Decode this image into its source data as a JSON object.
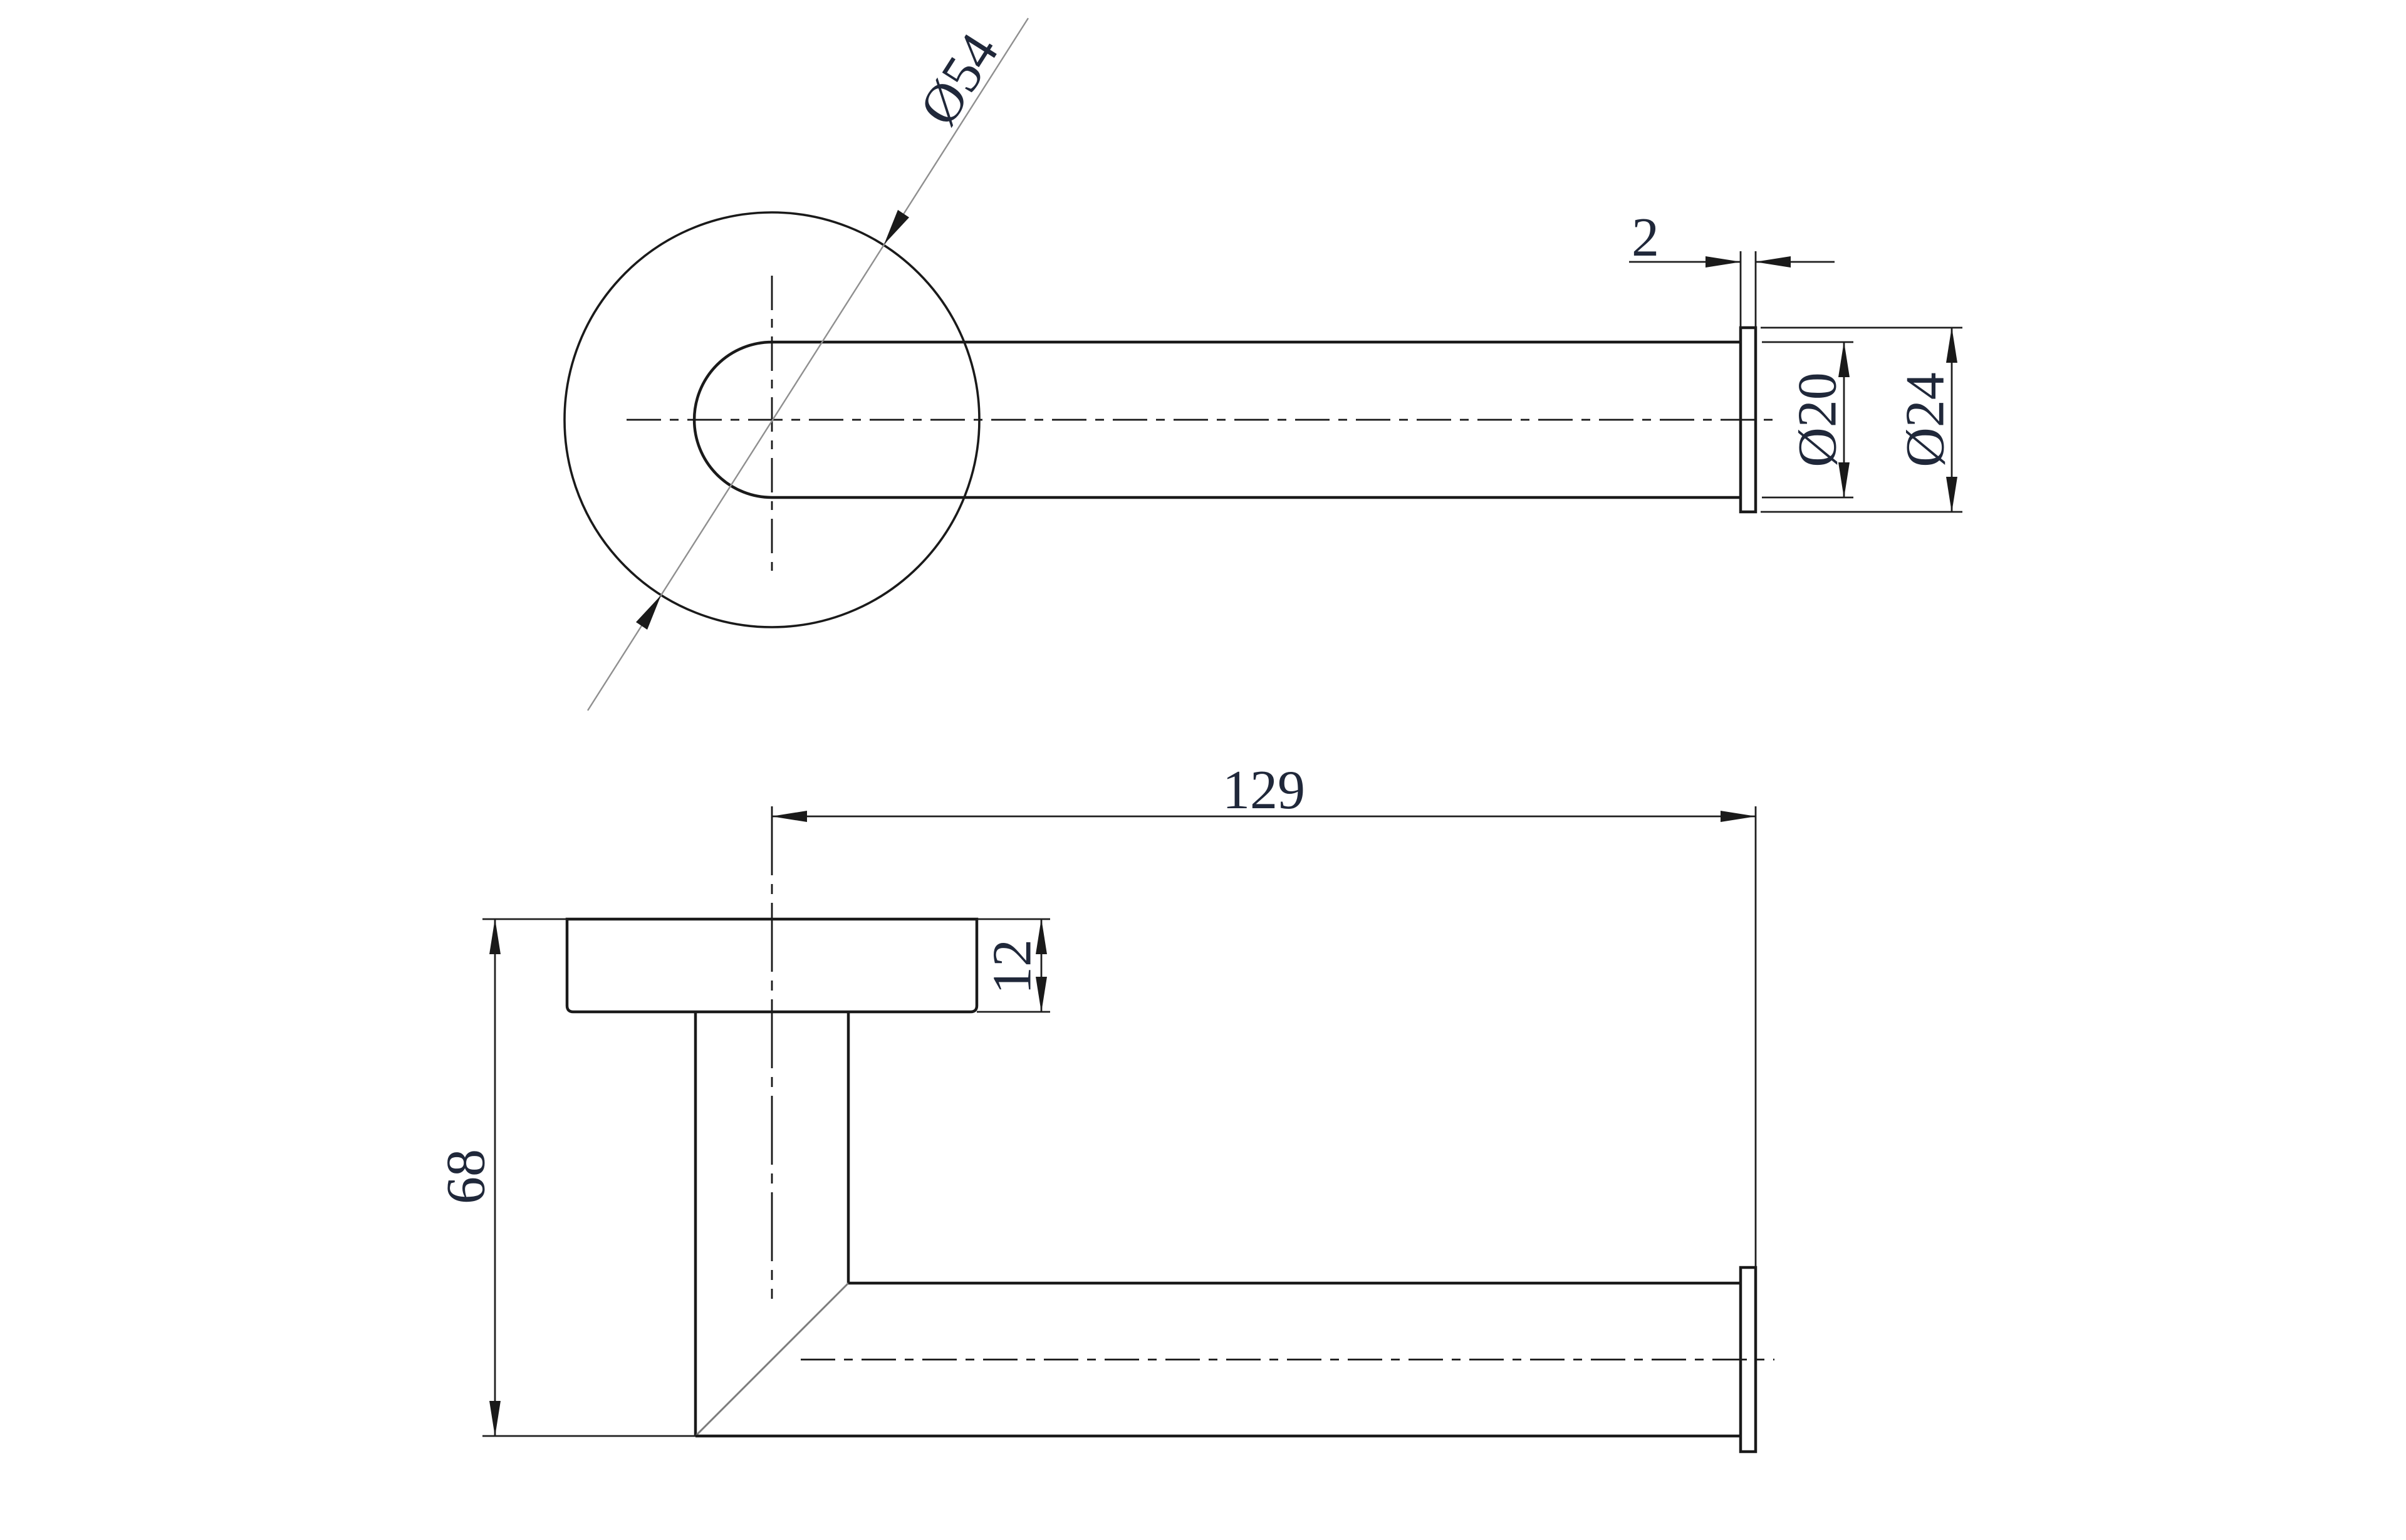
{
  "drawing": {
    "background": "#ffffff",
    "colors": {
      "object_line": "#1a1a1a",
      "dimension_line": "#1f1f1f",
      "thin_leader_line": "#8f8f8f",
      "miter_line": "#7d7d7d",
      "text": "#20283a"
    },
    "views": {
      "top": {
        "dimensions": {
          "flange_diameter": "Ø54",
          "end_cap_thickness": "2",
          "arm_diameter": "Ø20",
          "end_cap_diameter": "Ø24"
        }
      },
      "side": {
        "dimensions": {
          "arm_length": "129",
          "flange_thickness": "12",
          "overall_height": "68"
        }
      }
    }
  }
}
